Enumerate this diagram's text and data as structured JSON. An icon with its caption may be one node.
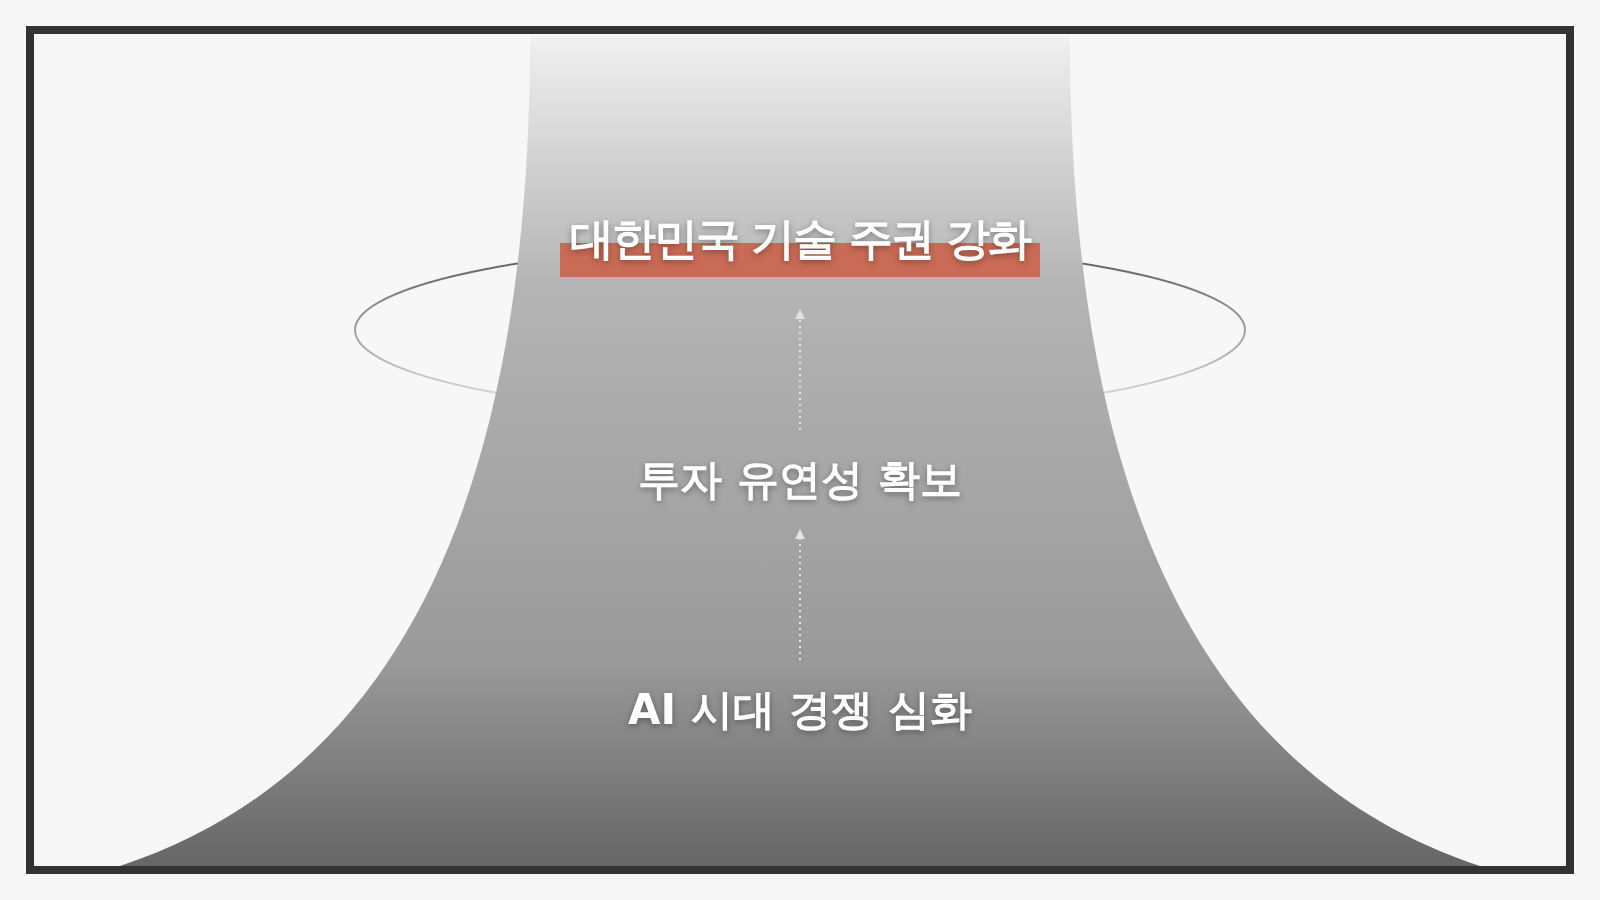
{
  "diagram": {
    "nodes": [
      {
        "text": [
          "대한민국 기술 주권 강화"
        ]
      },
      {
        "text": [
          "투자 유연성 확보"
        ]
      },
      {
        "text": [
          "AI 시대 경쟁 심화"
        ]
      }
    ],
    "edges": [
      {
        "from": 2,
        "to": 1,
        "arrow": "to",
        "style": "dashed"
      },
      {
        "from": 1,
        "to": 0,
        "arrow": "to",
        "style": "dashed"
      }
    ]
  }
}
